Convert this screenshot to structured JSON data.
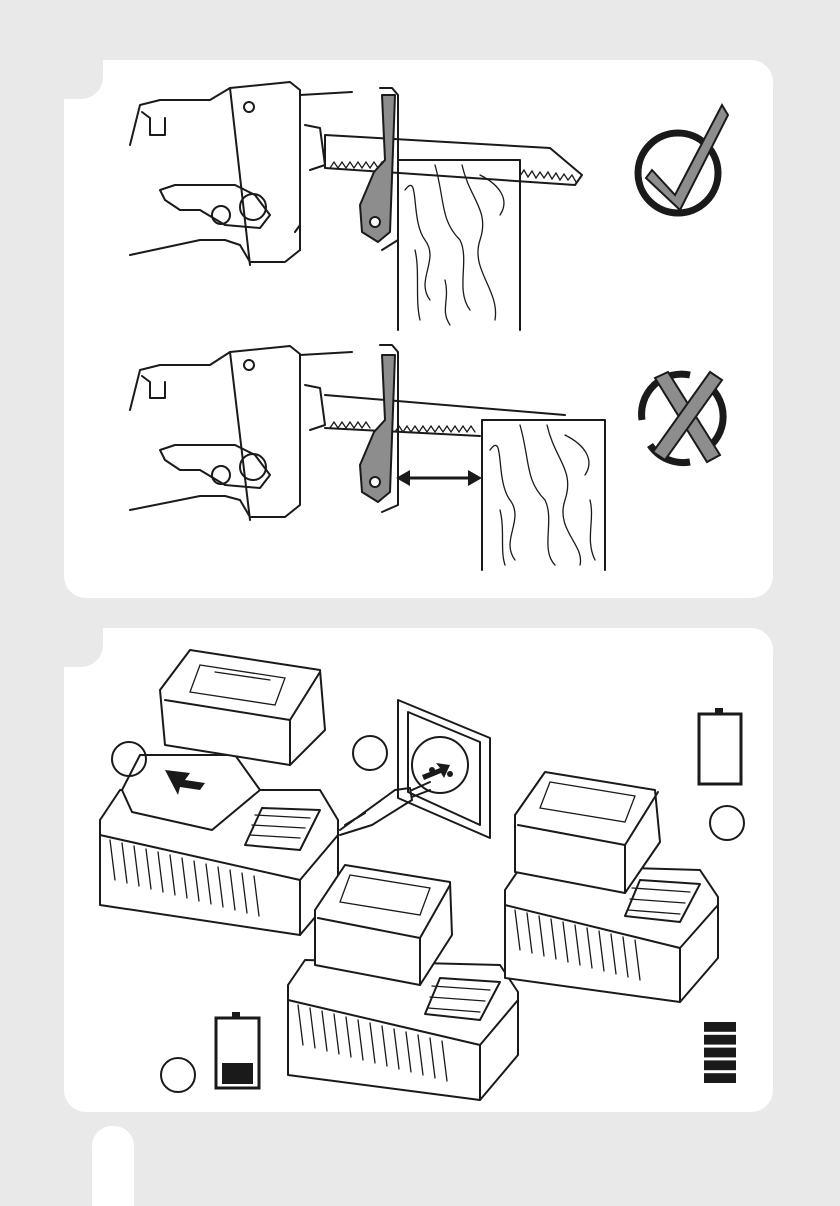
{
  "figures": {
    "top": {
      "correct_icon": "checkmark-circle-icon",
      "incorrect_icon": "cross-circle-icon",
      "saw_shoe_color": "#8d8d8d"
    },
    "bottom": {
      "empty_battery_icon": "battery-low-icon",
      "full_battery_icon": "battery-full-icon",
      "low_charge_level": 0.33,
      "full_charge_level": 1.0,
      "full_battery_bars": 5
    }
  },
  "colors": {
    "background": "#e9e9e9",
    "panel": "#ffffff",
    "ink": "#1a1a1a",
    "icon_gray": "#8d8d8d"
  }
}
